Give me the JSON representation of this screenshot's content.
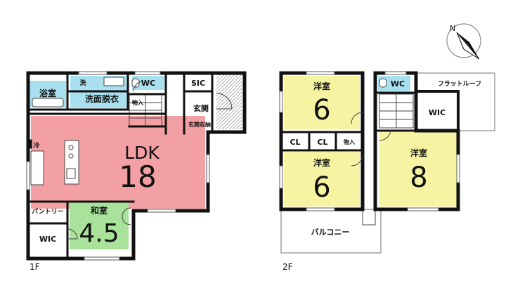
{
  "compass": {
    "north_letter": "N"
  },
  "floor1": {
    "floor_label": "1F",
    "rooms": {
      "bath": "浴室",
      "washroom_mark": "洗",
      "washroom": "洗面脱衣",
      "wc": "WC",
      "storage": "物入",
      "sic": "SIC",
      "entrance": "玄関",
      "entrance_storage": "玄関収納",
      "fridge": "冷",
      "ldk_name": "LDK",
      "ldk_size": "18",
      "washitsu_name": "和室",
      "washitsu_size": "4.5",
      "pantry": "パントリー",
      "wic": "WIC"
    },
    "colors": {
      "ldk": "#f2a0a3",
      "washitsu": "#a9e29a",
      "wet": "#a8e0f0"
    }
  },
  "floor2": {
    "floor_label": "2F",
    "rooms": {
      "room1_name": "洋室",
      "room1_size": "6",
      "room2_name": "洋室",
      "room2_size": "6",
      "room3_name": "洋室",
      "room3_size": "8",
      "cl1": "CL",
      "cl2": "CL",
      "storage": "物入",
      "wc": "WC",
      "wic": "WIC",
      "flat_roof": "フラットルーフ",
      "balcony": "バルコニー"
    },
    "colors": {
      "western": "#f6f3a2",
      "wet": "#a8e0f0"
    }
  }
}
